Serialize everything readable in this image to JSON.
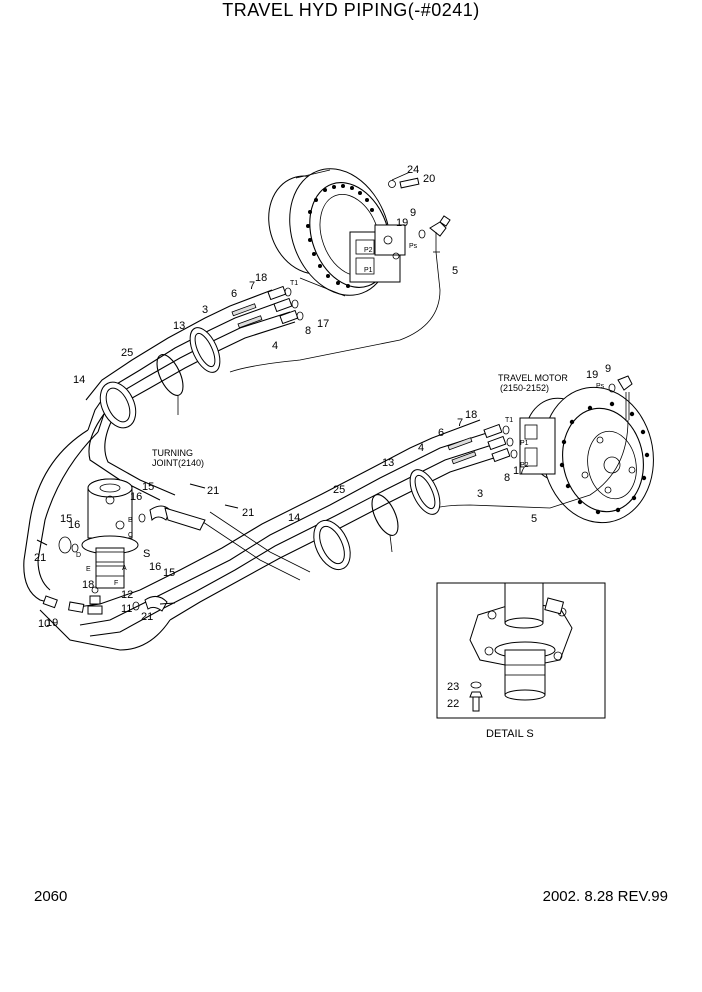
{
  "title": "TRAVEL HYD PIPING(-#0241)",
  "page_number": "2060",
  "revision": "2002. 8.28 REV.99",
  "captions": {
    "travel_motor_line1": "TRAVEL MOTOR",
    "travel_motor_line2": "(2150-2152)",
    "turning_joint_line1": "TURNING",
    "turning_joint_line2": "JOINT(2140)",
    "detail_title": "DETAIL  S",
    "detail_marker": "S"
  },
  "callouts": {
    "n24": "24",
    "n20": "20",
    "n9a": "9",
    "n19a": "19",
    "n5a": "5",
    "n18a": "18",
    "n7a": "7",
    "n6a": "6",
    "n3a": "3",
    "n13a": "13",
    "n8a": "8",
    "n17a": "17",
    "n4a": "4",
    "n25a": "25",
    "n14a": "14",
    "n9b": "9",
    "n19b": "19",
    "n18b": "18",
    "n7b": "7",
    "n6b": "6",
    "n4b": "4",
    "n13b": "13",
    "n25b": "25",
    "n3b": "3",
    "n8b": "8",
    "n17b": "17",
    "n5b": "5",
    "n14b": "14",
    "n21a": "21",
    "n21b": "21",
    "n15a": "15",
    "n16a": "16",
    "n15b": "15",
    "n16b": "16",
    "n21c": "21",
    "n16c": "16",
    "n15c": "15",
    "n18c": "18",
    "n12": "12",
    "n11": "11",
    "n21d": "21",
    "n19c": "19",
    "n10": "10",
    "n23": "23",
    "n22": "22"
  },
  "port_labels": {
    "t1a": "T1",
    "p2a": "P2",
    "p1a": "P1",
    "psa": "Ps",
    "t1b": "T1",
    "p1b": "P1",
    "p2b": "P2",
    "psb": "Ps",
    "pa": "A",
    "pb": "B",
    "pc": "C",
    "pd": "D",
    "pe": "E",
    "pf": "F"
  }
}
